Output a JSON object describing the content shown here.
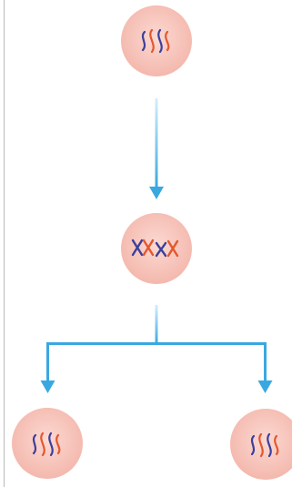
{
  "diagram": {
    "type": "cell-division-mitosis",
    "colors": {
      "cell_fill": "#f4b8ad",
      "cell_highlight": "#fbd9d2",
      "chromosome_maternal": "#e4572e",
      "chromosome_paternal": "#3b3f9c",
      "arrow": "#3aa8e0",
      "arrow_faded": "#d6eefa",
      "frame_line": "#b9b9b9"
    },
    "cells": [
      {
        "id": "parent-cell",
        "stage": "parent",
        "chromosomes": [
          "paternal",
          "maternal",
          "paternal",
          "maternal"
        ]
      },
      {
        "id": "replicated-cell",
        "stage": "replicated",
        "chromosomes": [
          "paternal",
          "maternal",
          "paternal",
          "maternal"
        ]
      },
      {
        "id": "daughter-cell-left",
        "stage": "daughter",
        "chromosomes": [
          "paternal",
          "maternal",
          "paternal",
          "maternal"
        ]
      },
      {
        "id": "daughter-cell-right",
        "stage": "daughter",
        "chromosomes": [
          "paternal",
          "maternal",
          "paternal",
          "maternal"
        ]
      }
    ],
    "arrows": [
      {
        "id": "arrow-parent-to-replicated"
      },
      {
        "id": "arrow-replicated-to-daughters"
      }
    ]
  }
}
